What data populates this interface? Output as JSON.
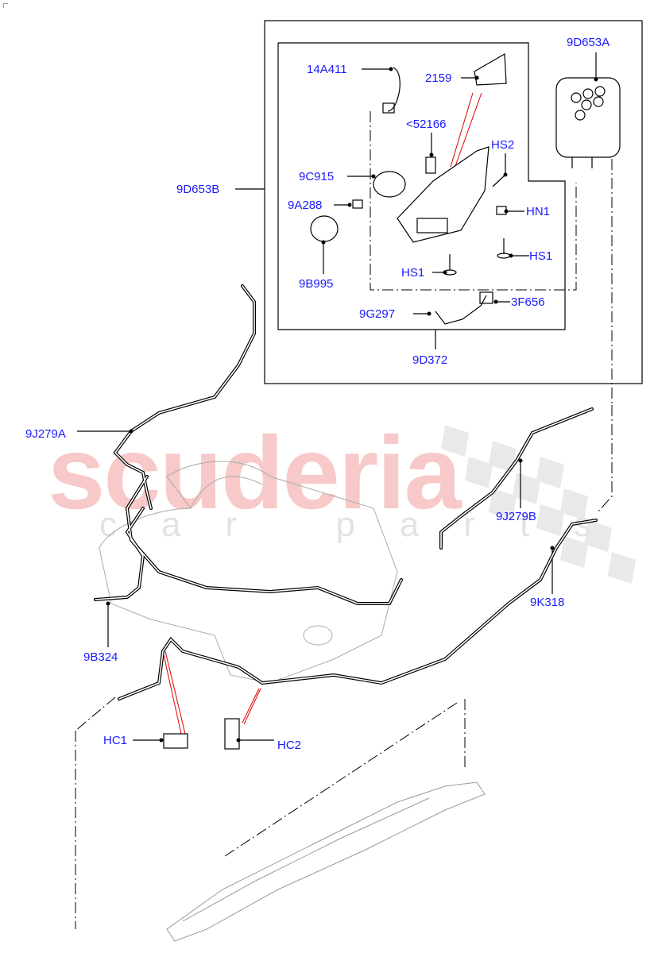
{
  "watermark": {
    "main": "scuderia",
    "sub": "car parts"
  },
  "labels": {
    "l9D653A": "9D653A",
    "l14A411": "14A411",
    "l2159": "2159",
    "l52166": "<52166",
    "lHS2": "HS2",
    "l9C915": "9C915",
    "l9D653B": "9D653B",
    "l9A288": "9A288",
    "lHN1": "HN1",
    "lHS1a": "HS1",
    "lHS1b": "HS1",
    "l9B995": "9B995",
    "l3F656": "3F656",
    "l9G297": "9G297",
    "l9D372": "9D372",
    "l9J279A": "9J279A",
    "l9J279B": "9J279B",
    "l9K318": "9K318",
    "l9B324": "9B324",
    "lHC1": "HC1",
    "lHC2": "HC2"
  },
  "colors": {
    "label": "#1a1aff",
    "line": "#000000",
    "accent_red": "#e00000"
  }
}
